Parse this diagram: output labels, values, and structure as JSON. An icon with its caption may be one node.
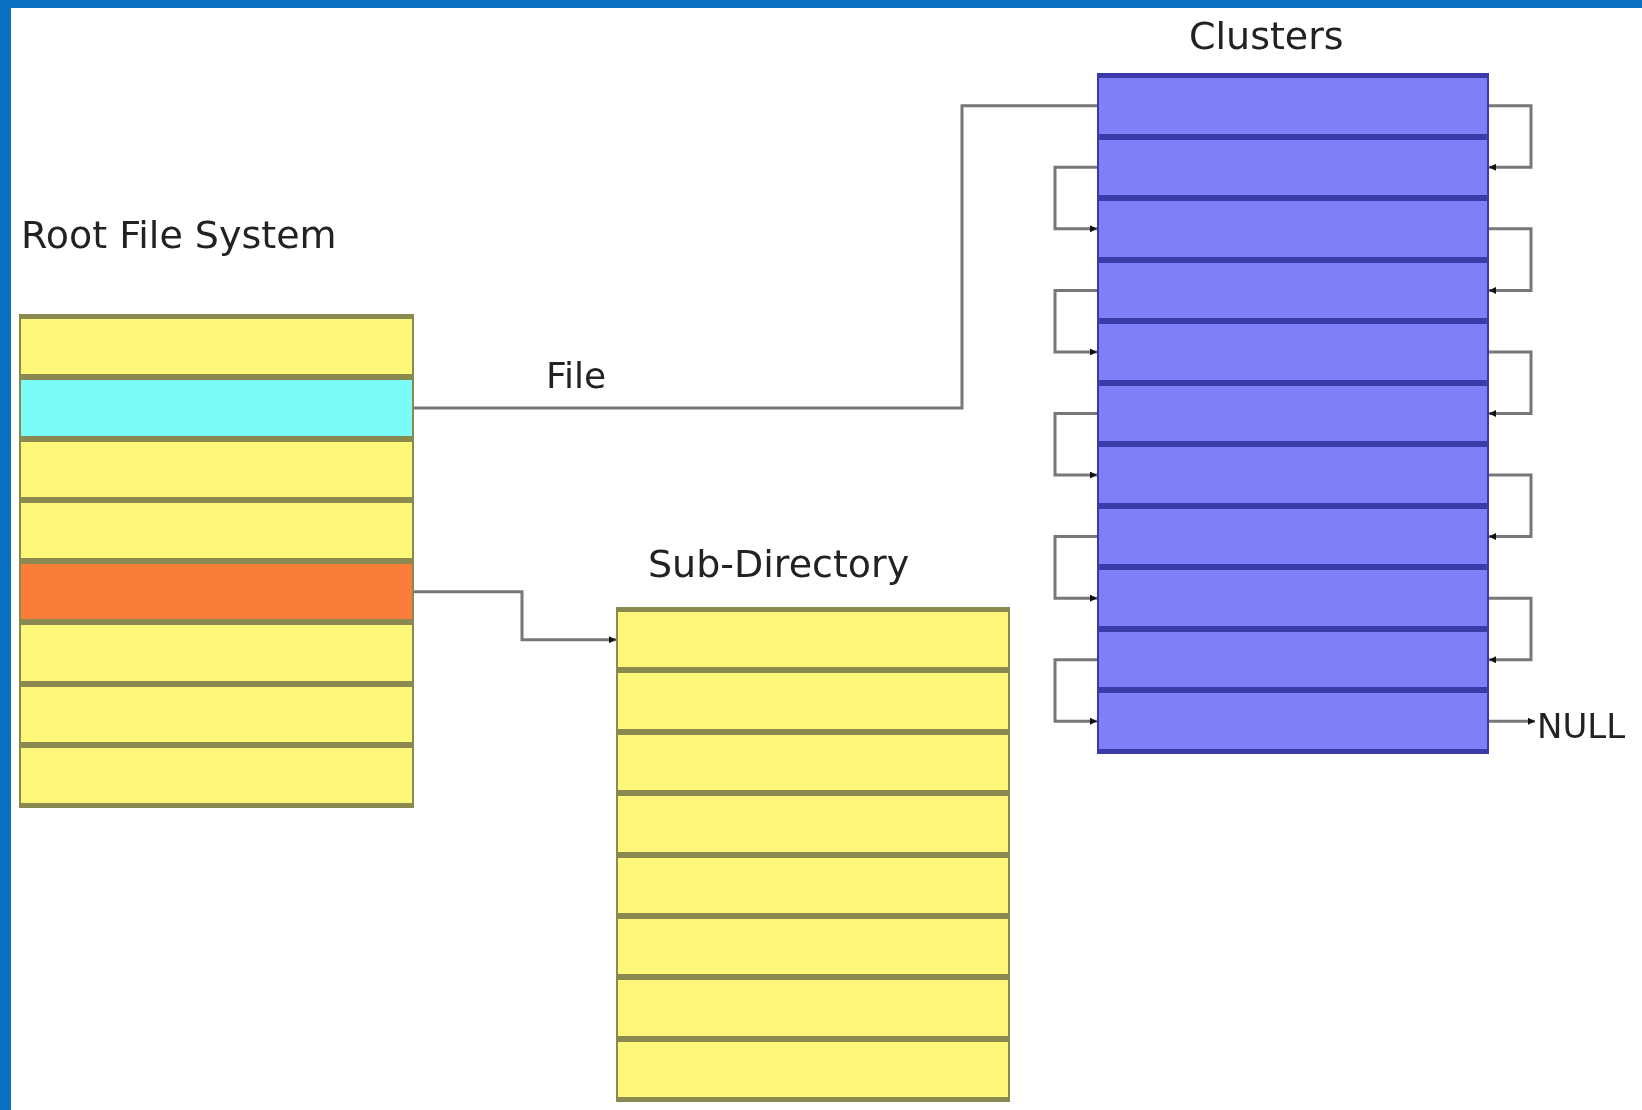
{
  "diagram": {
    "nodes": [
      {
        "text": [
          "Root File System"
        ]
      },
      {
        "text": [],
        "shape": "box",
        "in": 0
      },
      {
        "text": [],
        "shape": "box",
        "in": 0
      },
      {
        "text": [],
        "shape": "box",
        "in": 0
      },
      {
        "text": [],
        "shape": "box",
        "in": 0
      },
      {
        "text": [],
        "shape": "box",
        "in": 0
      },
      {
        "text": [],
        "shape": "box",
        "in": 0
      },
      {
        "text": [],
        "shape": "box",
        "in": 0
      },
      {
        "text": [],
        "shape": "box",
        "in": 0
      },
      {
        "text": [
          "Sub-Directory"
        ]
      },
      {
        "text": [],
        "shape": "box",
        "in": 9
      },
      {
        "text": [],
        "shape": "box",
        "in": 9
      },
      {
        "text": [],
        "shape": "box",
        "in": 9
      },
      {
        "text": [],
        "shape": "box",
        "in": 9
      },
      {
        "text": [],
        "shape": "box",
        "in": 9
      },
      {
        "text": [],
        "shape": "box",
        "in": 9
      },
      {
        "text": [],
        "shape": "box",
        "in": 9
      },
      {
        "text": [],
        "shape": "box",
        "in": 9
      },
      {
        "text": [
          "Clusters"
        ]
      },
      {
        "text": [],
        "shape": "box",
        "in": 18
      },
      {
        "text": [],
        "shape": "box",
        "in": 18
      },
      {
        "text": [],
        "shape": "box",
        "in": 18
      },
      {
        "text": [],
        "shape": "box",
        "in": 18
      },
      {
        "text": [],
        "shape": "box",
        "in": 18
      },
      {
        "text": [],
        "shape": "box",
        "in": 18
      },
      {
        "text": [],
        "shape": "box",
        "in": 18
      },
      {
        "text": [],
        "shape": "box",
        "in": 18
      },
      {
        "text": [],
        "shape": "box",
        "in": 18
      },
      {
        "text": [],
        "shape": "box",
        "in": 18
      },
      {
        "text": [],
        "shape": "box",
        "in": 18
      },
      {
        "text": [
          "NULL"
        ]
      }
    ],
    "edges": [
      {
        "from": 2,
        "to": 19,
        "arrow": "none",
        "label": "File"
      },
      {
        "from": 5,
        "to": 10,
        "arrow": "to"
      },
      {
        "from": 19,
        "to": 20,
        "arrow": "to"
      },
      {
        "from": 20,
        "to": 21,
        "arrow": "to"
      },
      {
        "from": 21,
        "to": 22,
        "arrow": "to"
      },
      {
        "from": 22,
        "to": 23,
        "arrow": "to"
      },
      {
        "from": 23,
        "to": 24,
        "arrow": "to"
      },
      {
        "from": 24,
        "to": 25,
        "arrow": "to"
      },
      {
        "from": 25,
        "to": 26,
        "arrow": "to"
      },
      {
        "from": 26,
        "to": 27,
        "arrow": "to"
      },
      {
        "from": 27,
        "to": 28,
        "arrow": "to"
      },
      {
        "from": 28,
        "to": 29,
        "arrow": "to"
      },
      {
        "from": 29,
        "to": 30,
        "arrow": "to"
      }
    ]
  }
}
